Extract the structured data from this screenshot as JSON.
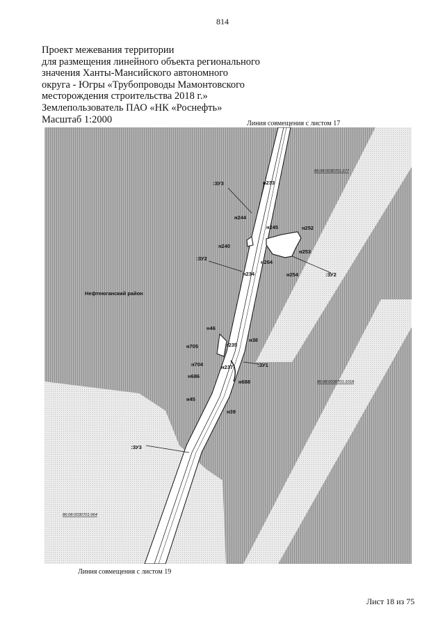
{
  "page_number": "814",
  "title_lines": [
    "Проект межевания территории",
    "для размещения линейного объекта регионального",
    "значения Ханты-Мансийского автономного",
    "округа - Югры «Трубопроводы Мамонтовского",
    "месторождения строительства 2018 г.»",
    "Землепользователь ПАО «НК «Роснефть»",
    "Масштаб 1:2000"
  ],
  "match_line_top": "Линия совмещения с листом 17",
  "match_line_bottom": "Линия совмещения с листом 19",
  "sheet_footer": "Лист 18 из 75",
  "district_label": "Нефтеюганский район",
  "cadastral_numbers": {
    "c1": "86:08:0030701:177",
    "c2": "86:08:0030701:1018",
    "c3": "86:08:0030701:964"
  },
  "zone_labels": {
    "zu3_top": ":ЗУ3",
    "zu2_left": ":ЗУ2",
    "zu2_right": ":ЗУ2",
    "zu1": ":ЗУ1",
    "zu3_bottom": ":ЗУ3"
  },
  "points": {
    "n233": "н233",
    "n244": "н244",
    "n245": "н245",
    "n252": "н252",
    "n240": "н240",
    "n253": "н253",
    "n264": "н264",
    "n234": "н234",
    "n254": "н254",
    "n46": "н46",
    "n38": "н38",
    "n705": "н705",
    "n235": "н235",
    "n704": "н704",
    "n237": "н237",
    "n686": "н686",
    "n688": "н688",
    "n45": "н45",
    "n39": "н39"
  },
  "colors": {
    "hatch_background": "#a8a8a8",
    "light_band": "#e4e4e4",
    "corridor": "#ffffff",
    "lines": "#111111"
  }
}
